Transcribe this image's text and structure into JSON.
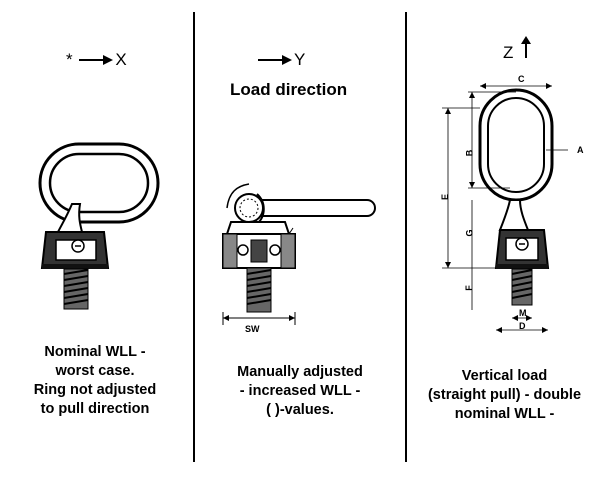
{
  "panels": [
    {
      "axis_prefix": "*",
      "axis": "X",
      "caption": [
        "Nominal WLL -",
        "worst case.",
        "Ring not adjusted",
        "to pull direction"
      ]
    },
    {
      "axis_prefix": "",
      "axis": "Y",
      "heading": "Load direction",
      "caption": [
        "Manually adjusted",
        "- increased WLL -",
        "( )-values."
      ],
      "dims": {
        "sw": "SW"
      }
    },
    {
      "axis_prefix": "",
      "axis": "Z",
      "caption": [
        "Vertical load",
        "(straight pull) - double",
        "nominal WLL -"
      ],
      "dims": {
        "a": "A",
        "b": "B",
        "c": "C",
        "d": "D",
        "e": "E",
        "f": "F",
        "g": "G",
        "m": "M"
      }
    }
  ]
}
